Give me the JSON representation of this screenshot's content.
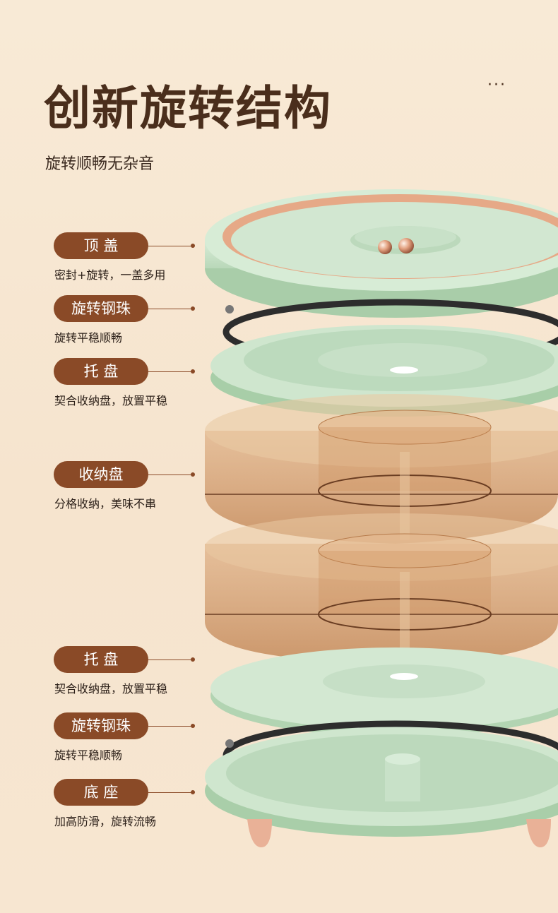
{
  "page": {
    "title": "创新旋转结构",
    "subtitle": "旋转顺畅无杂音",
    "more": "···"
  },
  "labels": [
    {
      "name": "顶 盖",
      "desc": "密封+旋转，一盖多用"
    },
    {
      "name": "旋转钢珠",
      "desc": "旋转平稳顺畅"
    },
    {
      "name": "托 盘",
      "desc": "契合收纳盘，放置平稳"
    },
    {
      "name": "收纳盘",
      "desc": "分格收纳，美味不串"
    },
    {
      "name": "托 盘",
      "desc": "契合收纳盘，放置平稳"
    },
    {
      "name": "旋转钢珠",
      "desc": "旋转平稳顺畅"
    },
    {
      "name": "底 座",
      "desc": "加高防滑，旋转流畅"
    }
  ],
  "colors": {
    "accent": "#8a4a27",
    "title": "#4a2e1c",
    "mint": "#cfe6cf",
    "amber": "#c98a55",
    "copper": "#e6a987"
  }
}
